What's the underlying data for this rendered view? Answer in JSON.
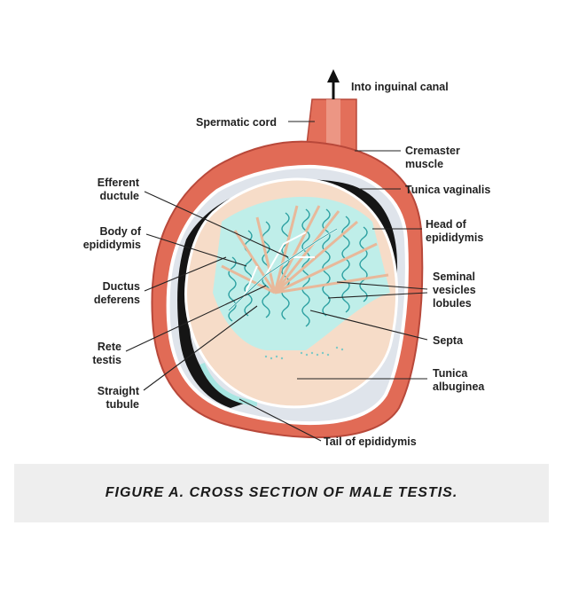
{
  "labels": {
    "into_inguinal_canal": "Into inguinal canal",
    "spermatic_cord": "Spermatic cord",
    "cremaster_line1": "Cremaster",
    "cremaster_line2": "muscle",
    "tunica_vaginalis": "Tunica vaginalis",
    "efferent_line1": "Efferent",
    "efferent_line2": "ductule",
    "head_line1": "Head of",
    "head_line2": "epididymis",
    "body_line1": "Body of",
    "body_line2": "epididymis",
    "seminal_line1": "Seminal",
    "seminal_line2": "vesicles",
    "seminal_line3": "lobules",
    "ductus_line1": "Ductus",
    "ductus_line2": "deferens",
    "septa": "Septa",
    "rete_line1": "Rete",
    "rete_line2": "testis",
    "albuginea_line1": "Tunica",
    "albuginea_line2": "albuginea",
    "straight_line1": "Straight",
    "straight_line2": "tubule",
    "tail_of_epididymis": "Tail of epididymis"
  },
  "caption": "FIGURE A. CROSS SECTION OF MALE TESTIS.",
  "colors": {
    "muscle": "#e06a55",
    "muscle_dark": "#b8483a",
    "cavity": "#dfe3ea",
    "tubule": "#9fe3e0",
    "tubule_stroke": "#2a9fa0",
    "albuginea": "#f6dcc8",
    "black_layer": "#151515"
  }
}
